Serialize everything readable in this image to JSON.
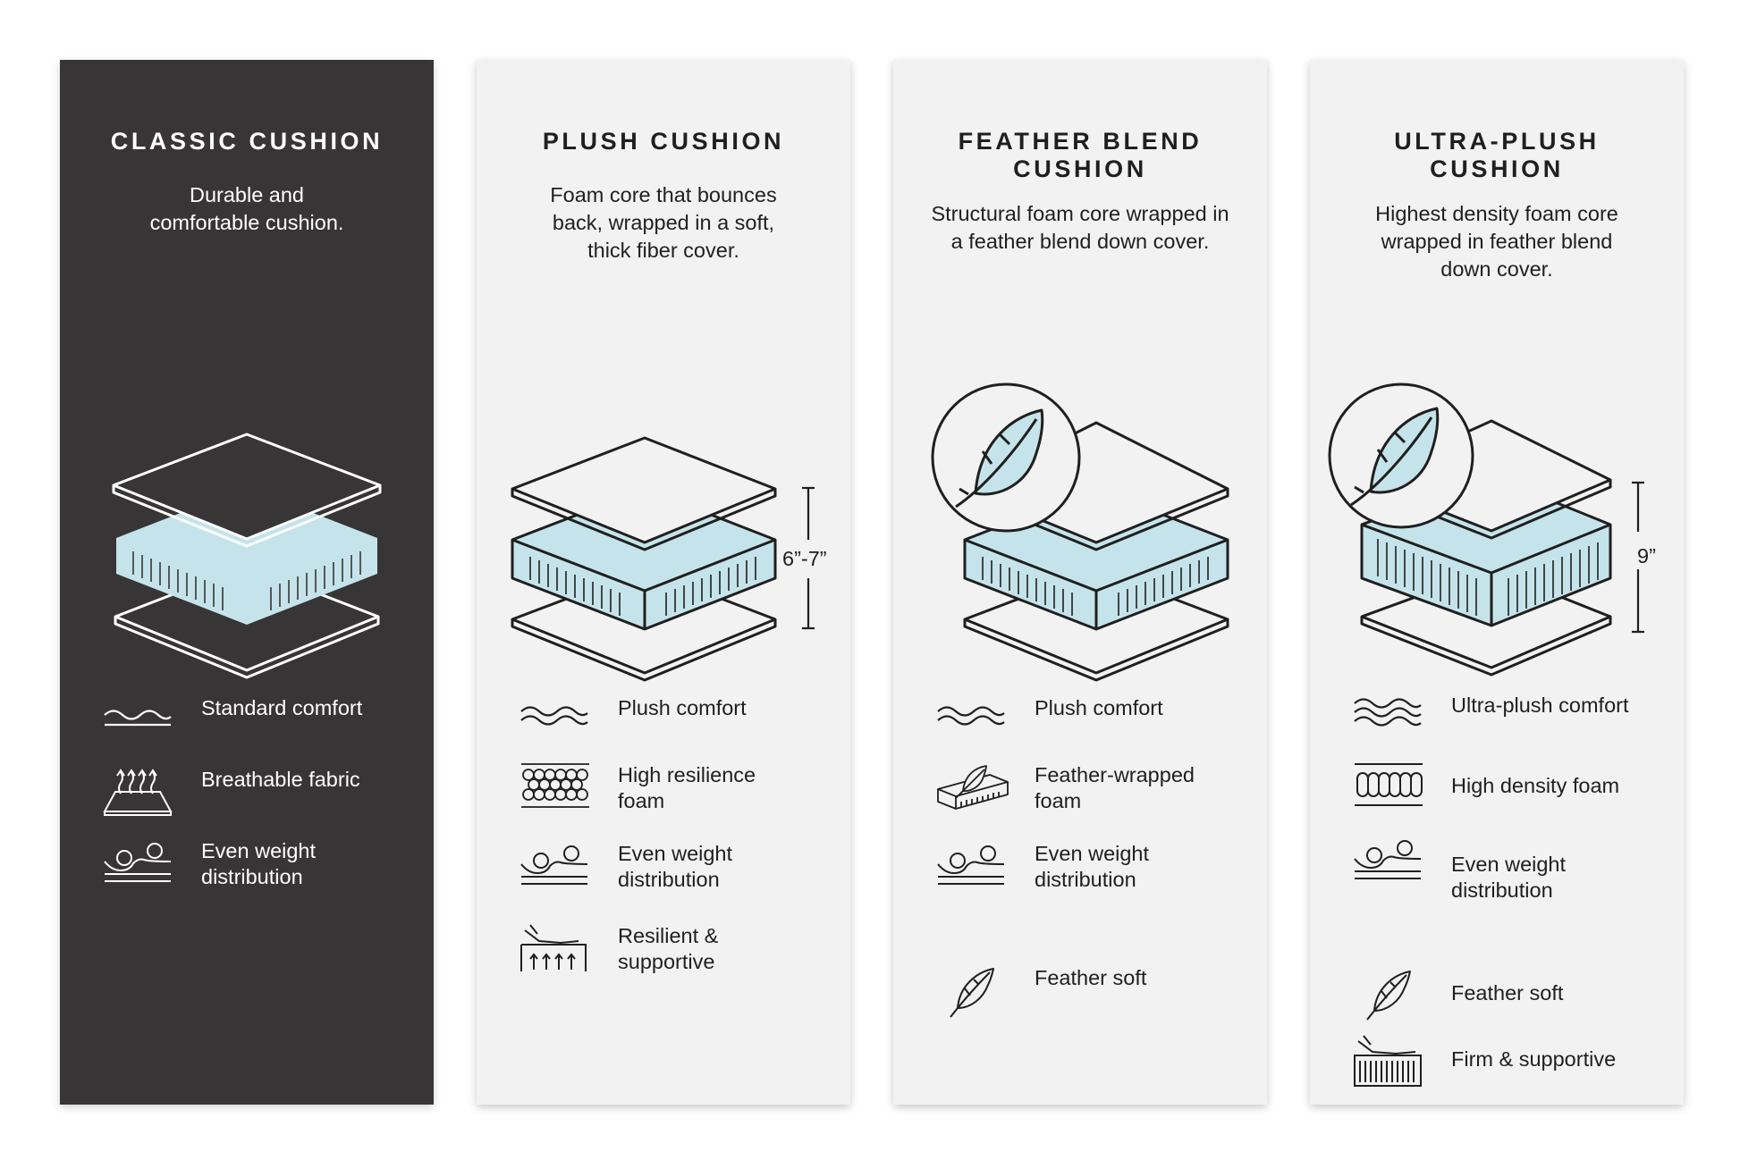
{
  "colors": {
    "dark_card": "#373535",
    "light_card": "#f2f2f2",
    "foam_blue": "#c5e3ea",
    "line_dark": "#1f1f1f",
    "line_white": "#ffffff"
  },
  "cards": [
    {
      "title": "CLASSIC CUSHION",
      "description": "Durable and\ncomfortable cushion.",
      "features": [
        {
          "icon": "waves-icon",
          "label": "Standard comfort"
        },
        {
          "icon": "breathable-fabric-icon",
          "label": "Breathable fabric"
        },
        {
          "icon": "weight-distribution-icon",
          "label": "Even weight\ndistribution"
        }
      ]
    },
    {
      "title": "PLUSH CUSHION",
      "description": "Foam core that bounces\nback, wrapped in a soft,\nthick fiber cover.",
      "height_label": "6”-7”",
      "features": [
        {
          "icon": "waves-icon",
          "label": "Plush comfort"
        },
        {
          "icon": "honeycomb-foam-icon",
          "label": "High resilience\nfoam"
        },
        {
          "icon": "weight-distribution-icon",
          "label": "Even weight\ndistribution"
        },
        {
          "icon": "resilient-support-icon",
          "label": "Resilient &\nsupportive"
        }
      ]
    },
    {
      "title": "FEATHER BLEND\nCUSHION",
      "description": "Structural foam core wrapped in\na feather blend down cover.",
      "features": [
        {
          "icon": "waves-icon",
          "label": "Plush comfort"
        },
        {
          "icon": "feather-wrapped-foam-icon",
          "label": "Feather-wrapped\nfoam"
        },
        {
          "icon": "weight-distribution-icon",
          "label": "Even weight\ndistribution"
        },
        {
          "icon": "feather-icon",
          "label": "Feather soft"
        }
      ]
    },
    {
      "title": "ULTRA-PLUSH\nCUSHION",
      "description": "Highest density foam core\nwrapped in feather blend\ndown cover.",
      "height_label": "9”",
      "features": [
        {
          "icon": "waves-icon",
          "label": "Ultra-plush comfort"
        },
        {
          "icon": "high-density-foam-icon",
          "label": "High density foam"
        },
        {
          "icon": "weight-distribution-icon",
          "label": "Even weight\ndistribution"
        },
        {
          "icon": "feather-icon",
          "label": "Feather soft"
        },
        {
          "icon": "firm-support-icon",
          "label": "Firm & supportive"
        }
      ]
    }
  ]
}
